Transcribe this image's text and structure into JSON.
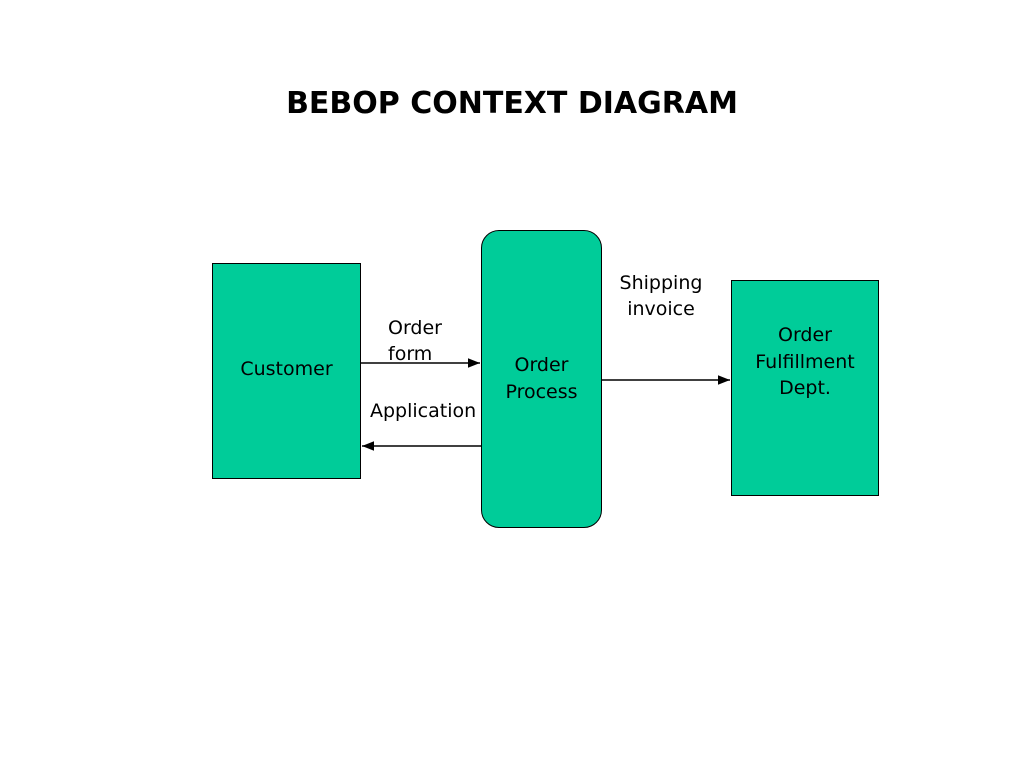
{
  "title": "BEBOP CONTEXT DIAGRAM",
  "colors": {
    "box_fill": "#00CC99",
    "border": "#000000",
    "text": "#000000",
    "background": "#FFFFFF"
  },
  "nodes": {
    "customer": {
      "label": "Customer",
      "kind": "external-entity"
    },
    "order_process": {
      "label": "Order\nProcess",
      "kind": "process"
    },
    "fulfillment": {
      "label": "Order\nFulfillment\nDept.",
      "kind": "external-entity"
    }
  },
  "flows": [
    {
      "id": "order_form",
      "label": "Order\nform",
      "from": "customer",
      "to": "order_process"
    },
    {
      "id": "application",
      "label": "Application",
      "from": "order_process",
      "to": "customer"
    },
    {
      "id": "shipping_invoice",
      "label": "Shipping\ninvoice",
      "from": "order_process",
      "to": "fulfillment"
    }
  ]
}
